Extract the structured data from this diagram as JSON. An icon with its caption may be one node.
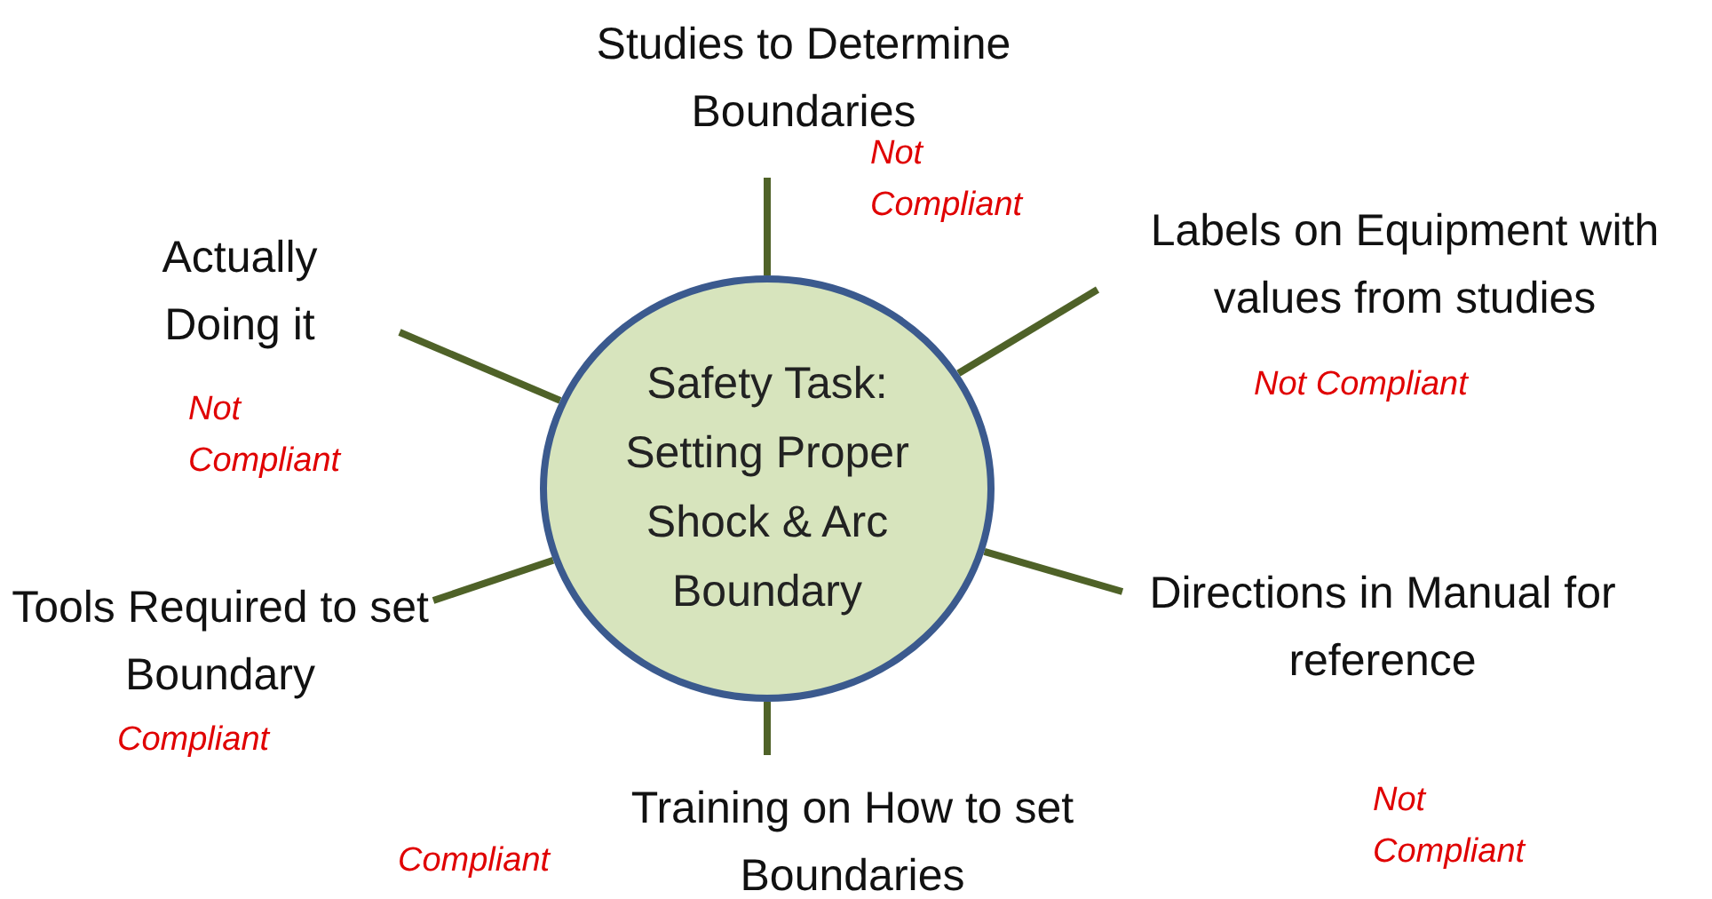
{
  "diagram": {
    "nodes": [
      {
        "text": [
          "Safety Task: Setting Proper Shock & Arc Boundary"
        ]
      },
      {
        "text": [
          "Studies to Determine Boundaries"
        ],
        "beside": [
          "Not Compliant"
        ]
      },
      {
        "text": [
          "Actually Doing it"
        ],
        "beside": [
          "Not Compliant"
        ]
      },
      {
        "text": [
          "Labels on Equipment with values from studies"
        ],
        "beside": [
          "Not Compliant"
        ]
      },
      {
        "text": [
          "Tools Required to set Boundary"
        ],
        "beside": [
          "Compliant"
        ]
      },
      {
        "text": [
          "Directions in Manual for reference"
        ],
        "beside": [
          "Not Compliant"
        ]
      },
      {
        "text": [
          "Training on How to set Boundaries"
        ],
        "beside": [
          "Compliant"
        ]
      }
    ],
    "edges": [
      {
        "from": 0,
        "to": 1,
        "arrow": "none"
      },
      {
        "from": 0,
        "to": 2,
        "arrow": "none"
      },
      {
        "from": 0,
        "to": 3,
        "arrow": "none"
      },
      {
        "from": 0,
        "to": 4,
        "arrow": "none"
      },
      {
        "from": 0,
        "to": 5,
        "arrow": "none"
      },
      {
        "from": 0,
        "to": 6,
        "arrow": "none"
      }
    ]
  }
}
